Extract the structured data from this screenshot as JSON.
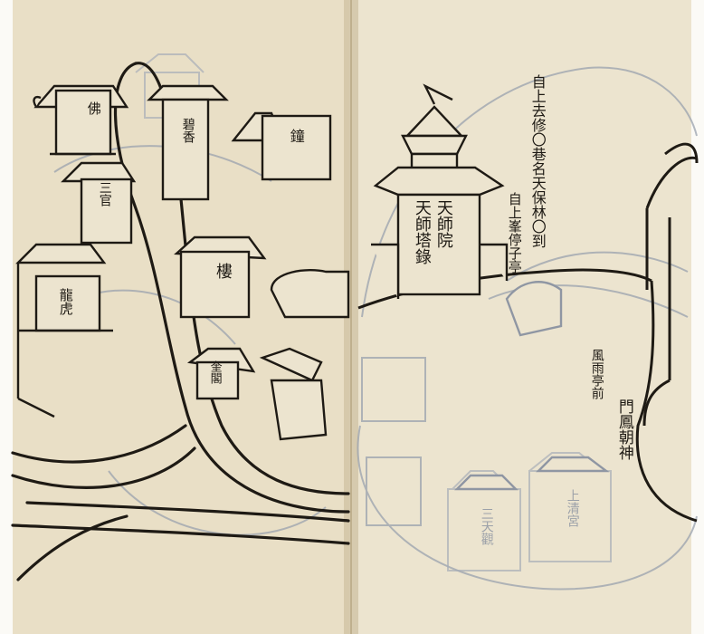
{
  "left_page": {
    "labels": [
      {
        "id": "bell-tower-label",
        "text": "鐘"
      },
      {
        "id": "tall-tower-label",
        "text": "樓"
      },
      {
        "id": "hall-label-1",
        "text": "佛"
      },
      {
        "id": "hall-label-2",
        "text": "三官"
      },
      {
        "id": "hall-label-3",
        "text": "碧香"
      },
      {
        "id": "hall-label-4",
        "text": "龍虎"
      },
      {
        "id": "hall-label-5",
        "text": "奎閣"
      }
    ]
  },
  "right_page": {
    "pavilion_label_a": "天師院",
    "pavilion_label_b": "天師塔錄",
    "side_inscription": "自上去修〇巷名天保林〇到",
    "side_inscription_2": "自上峯停子亭",
    "shrine_label": "門鳳朝神",
    "gate_label": "風雨亭前",
    "bottom_shrine_1": "三天觀",
    "bottom_shrine_2": "上清宮"
  },
  "colors": {
    "paper": "#ece4cf",
    "ink": "#1e1a14",
    "faint_ink": "#8f96a3",
    "spine_shadow": "#cdbf9f"
  }
}
